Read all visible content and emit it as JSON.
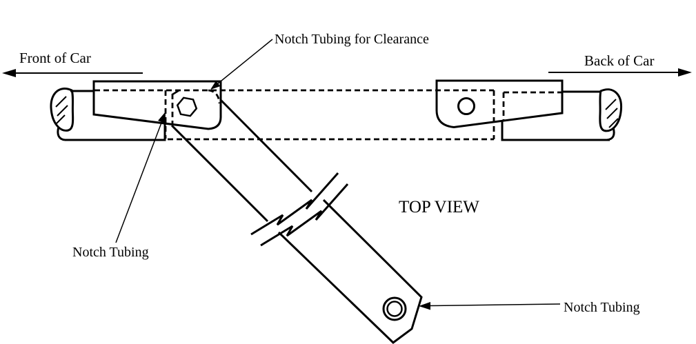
{
  "diagram": {
    "view_label": "TOP VIEW",
    "directions": {
      "front": "Front of Car",
      "back": "Back of Car"
    },
    "callouts": {
      "clearance": "Notch Tubing for Clearance",
      "notch_left": "Notch Tubing",
      "notch_right": "Notch Tubing"
    },
    "colors": {
      "ink": "#000000",
      "paper": "#ffffff"
    }
  }
}
